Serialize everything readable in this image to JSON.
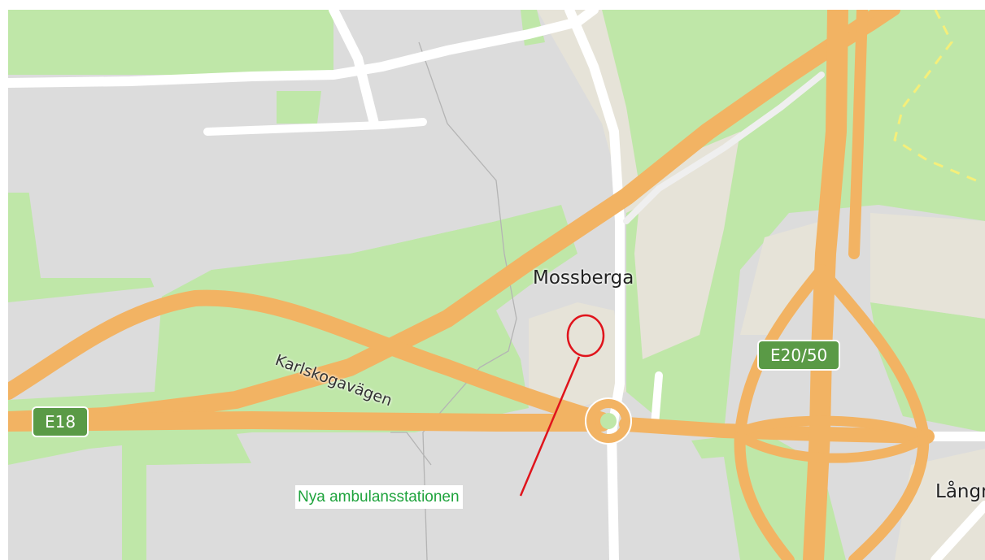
{
  "map": {
    "place_labels": {
      "mossberga": "Mossberga",
      "langm": "Långm"
    },
    "street_label": "Karlskogavägen",
    "road_shields": {
      "e18": "E18",
      "e20_50": "E20/50"
    },
    "annotation": {
      "text": "Nya ambulansstationen",
      "text_color": "#1ea33c",
      "marker_color": "#e0141c"
    },
    "colors": {
      "park": "#bfe7a8",
      "urban": "#dcdcdc",
      "sand": "#e6e3d8",
      "motorway": "#f2b363",
      "road": "#ffffff",
      "shield": "#5a9a46",
      "path": "#f5ef7a"
    },
    "icons": [
      "roundabout-icon",
      "location-circle-marker"
    ]
  }
}
